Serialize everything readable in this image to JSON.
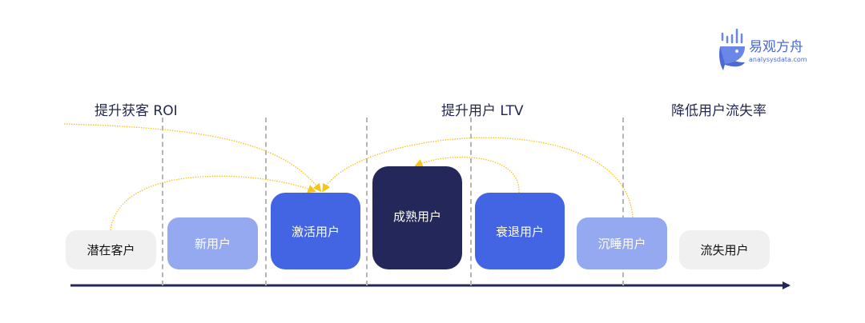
{
  "logo": {
    "name": "易观方舟",
    "domain": "analysysdata.com"
  },
  "headings": [
    "提升获客 ROI",
    "提升用户 LTV",
    "降低用户流失率"
  ],
  "stages": [
    {
      "label": "潜在客户",
      "color": "#f0f0f0",
      "text": "#111111"
    },
    {
      "label": "新用户",
      "color": "#94a9ef",
      "text": "#ffffff"
    },
    {
      "label": "激活用户",
      "color": "#4465e3",
      "text": "#ffffff"
    },
    {
      "label": "成熟用户",
      "color": "#23275a",
      "text": "#ffffff"
    },
    {
      "label": "衰退用户",
      "color": "#4465e3",
      "text": "#ffffff"
    },
    {
      "label": "沉睡用户",
      "color": "#94a9ef",
      "text": "#ffffff"
    },
    {
      "label": "流失用户",
      "color": "#f0f0f0",
      "text": "#111111"
    }
  ],
  "colors": {
    "axis": "#23275a",
    "arrow": "#f5c518"
  }
}
